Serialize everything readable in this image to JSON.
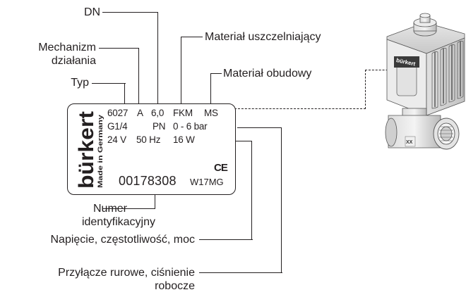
{
  "labels": {
    "dn": "DN",
    "mechanism_line1": "Mechanizm",
    "mechanism_line2": "działania",
    "type": "Typ",
    "seal_material": "Materiał uszczelniający",
    "body_material": "Materiał obudowy",
    "id_number_line1": "Numer",
    "id_number_line2": "identyfikacyjny",
    "voltage_freq_power": "Napięcie, częstotliwość, moc",
    "pipe_conn_line1": "Przyłącze rurowe, ciśnienie",
    "pipe_conn_line2": "robocze"
  },
  "nameplate": {
    "brand": "bürkert",
    "made_in": "Made in Germany",
    "row1": {
      "type": "6027",
      "mechanism": "A",
      "dn": "6,0",
      "seal": "FKM",
      "body": "MS"
    },
    "row2": {
      "connection": "G1/4",
      "pn_label": "PN",
      "pressure": "0 - 6 bar"
    },
    "row3": {
      "voltage": "24 V",
      "frequency": "50 Hz",
      "power": "16 W"
    },
    "ce_mark": "CE",
    "id_number": "00178308",
    "code": "W17MG"
  },
  "valve_image": {
    "housing_label": "bürkert",
    "marking": "XX"
  }
}
